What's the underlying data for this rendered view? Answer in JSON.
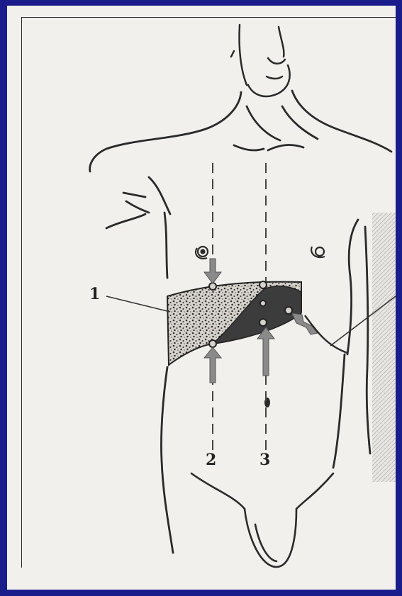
{
  "figure": {
    "labels": {
      "one": "1",
      "two": "2",
      "three": "3"
    },
    "colors": {
      "background": "#1b1c8c",
      "paper": "#f1f0ec",
      "ink": "#2a2a2a",
      "liver_dark": "#3c3c3c"
    }
  }
}
